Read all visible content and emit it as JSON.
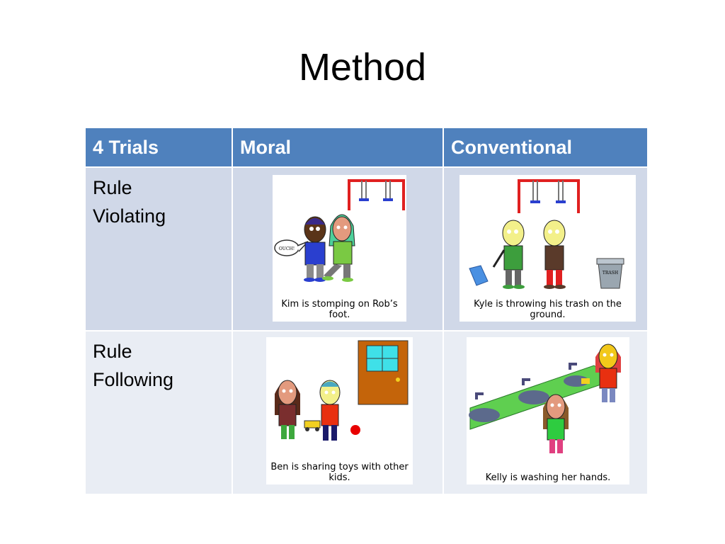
{
  "title": "Method",
  "table": {
    "headers": [
      "4 Trials",
      "Moral",
      "Conventional"
    ],
    "rows": [
      {
        "label_lines": [
          "Rule",
          "Violating"
        ],
        "moral_caption": "Kim is stomping on Rob’s foot.",
        "moral_speech": "OUCH!",
        "conventional_caption": "Kyle is throwing his trash on the ground.",
        "conventional_trash_label": "TRASH"
      },
      {
        "label_lines": [
          "Rule",
          "Following"
        ],
        "moral_caption": "Ben is sharing toys with other kids.",
        "conventional_caption": "Kelly is washing her hands."
      }
    ]
  },
  "colors": {
    "header_bg": "#4f81bd",
    "row1_bg": "#d0d8e8",
    "row2_bg": "#e9edf4"
  }
}
